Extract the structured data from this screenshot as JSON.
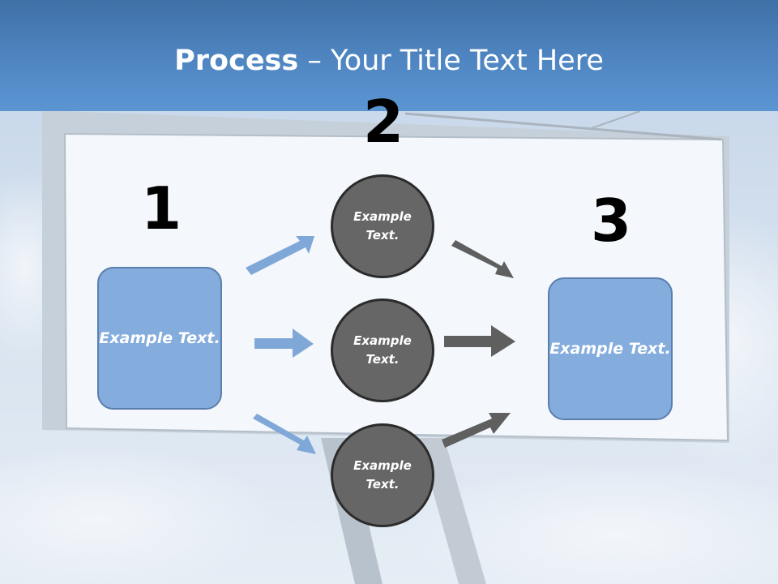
{
  "header": {
    "title_bold": "Process",
    "title_rest": " – Your Title Text Here"
  },
  "steps": {
    "step1": "1",
    "step2": "2",
    "step3": "3"
  },
  "left_box": {
    "label": "Example Text."
  },
  "circles": [
    {
      "label": "Example Text."
    },
    {
      "label": "Example Text."
    },
    {
      "label": "Example Text."
    }
  ],
  "right_box": {
    "label": "Example Text."
  },
  "colors": {
    "header": "#4f86c2",
    "box": "#84acdc",
    "circle": "#666666",
    "blue_arrow": "#7fa8d8",
    "gray_arrow": "#5f5f5f"
  }
}
